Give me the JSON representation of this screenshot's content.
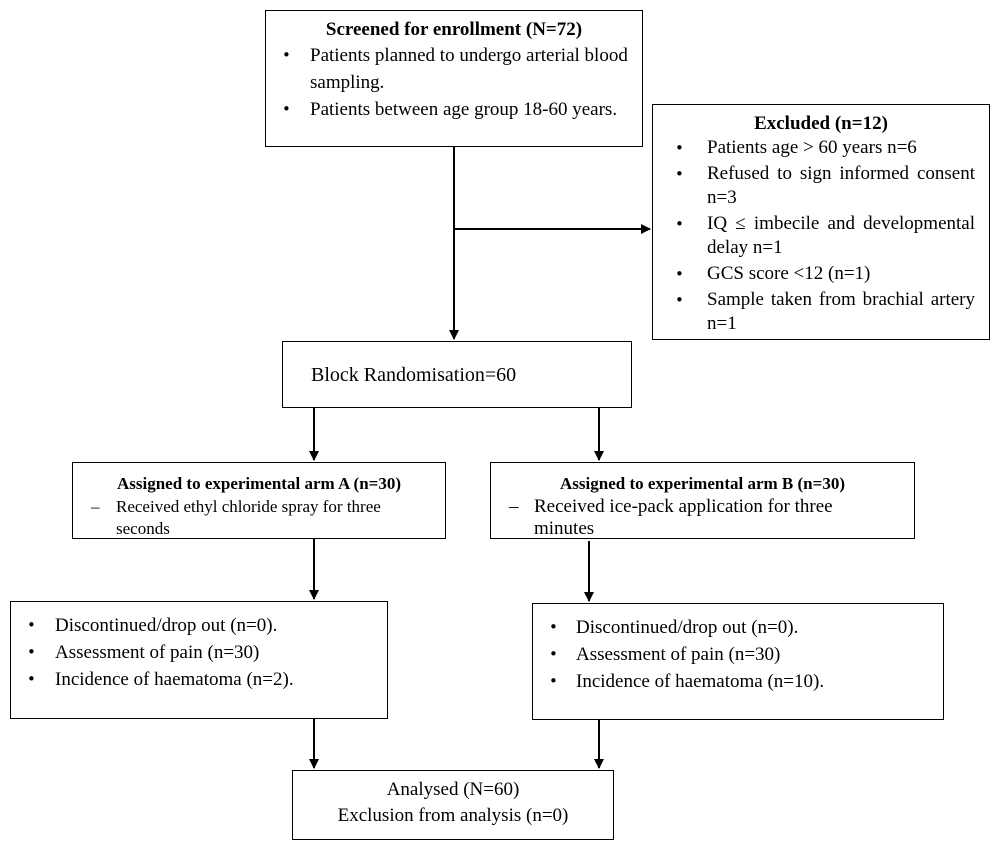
{
  "screened": {
    "title": "Screened for enrollment (N=72)",
    "items": [
      "Patients planned to undergo arterial blood sampling.",
      "Patients between age group 18-60 years."
    ]
  },
  "excluded": {
    "title": "Excluded (n=12)",
    "items": [
      "Patients age > 60 years n=6",
      "Refused to sign informed consent n=3",
      "IQ ≤ imbecile and developmental delay n=1",
      "GCS score <12 (n=1)",
      "Sample taken from brachial artery n=1"
    ]
  },
  "randomisation": {
    "label": "Block Randomisation=60"
  },
  "arm_a": {
    "title": "Assigned to experimental arm A (n=30)",
    "items": [
      "Received ethyl chloride spray for three seconds"
    ]
  },
  "arm_b": {
    "title": "Assigned to experimental arm B (n=30)",
    "items": [
      "Received ice-pack application for three minutes"
    ]
  },
  "outcome_a": {
    "items": [
      "Discontinued/drop out (n=0).",
      "Assessment of pain (n=30)",
      "Incidence of haematoma (n=2)."
    ]
  },
  "outcome_b": {
    "items": [
      "Discontinued/drop out (n=0).",
      "Assessment of pain (n=30)",
      "Incidence of haematoma (n=10)."
    ]
  },
  "analysed": {
    "line1": "Analysed (N=60)",
    "line2": "Exclusion from analysis (n=0)"
  }
}
